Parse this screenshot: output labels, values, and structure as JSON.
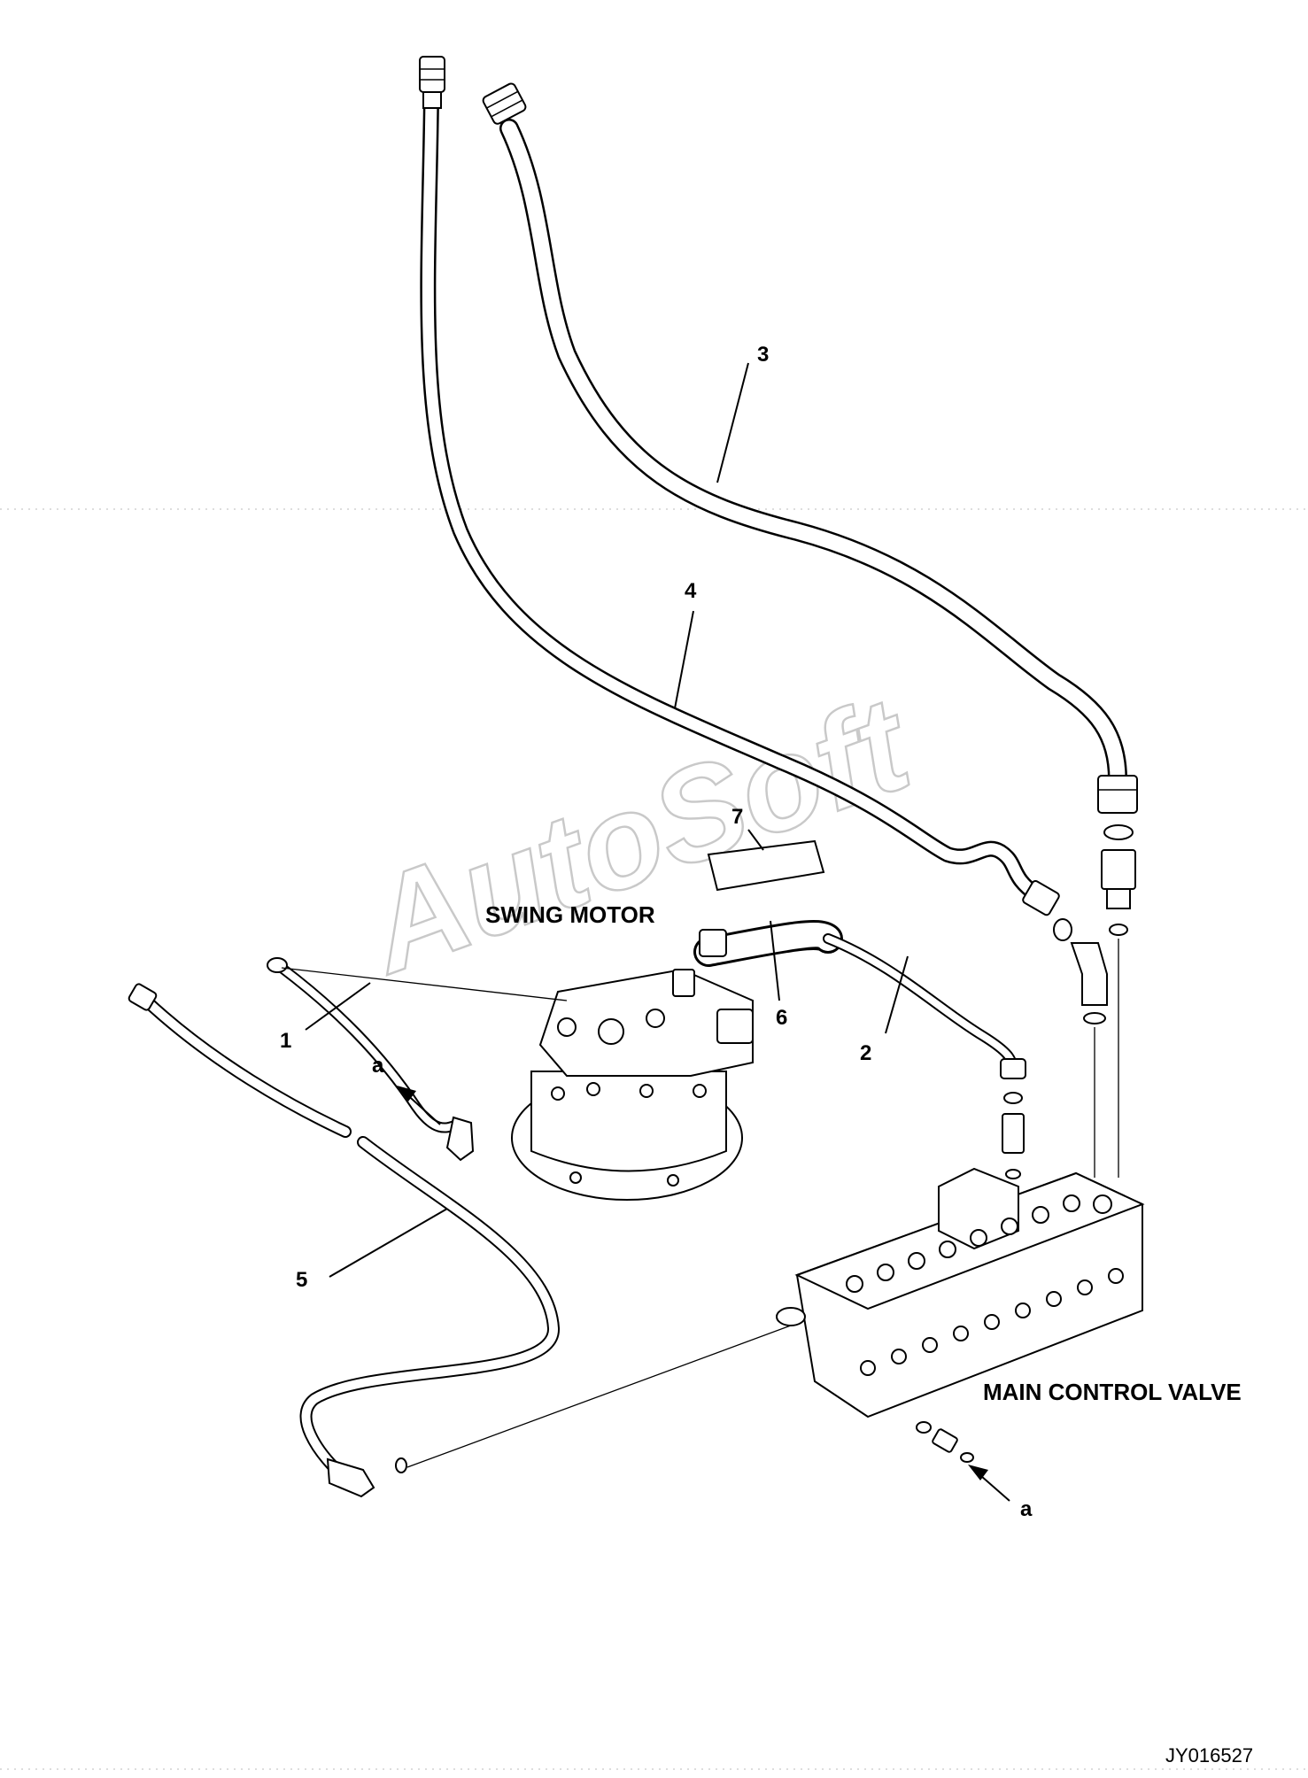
{
  "diagram": {
    "watermark": "AutoSoft",
    "components": {
      "swing_motor": "SWING MOTOR",
      "main_control_valve": "MAIN CONTROL VALVE"
    },
    "callouts": [
      "1",
      "2",
      "3",
      "4",
      "5",
      "6",
      "7"
    ],
    "view_arrow_label": "a",
    "drawing_code": "JY016527"
  }
}
